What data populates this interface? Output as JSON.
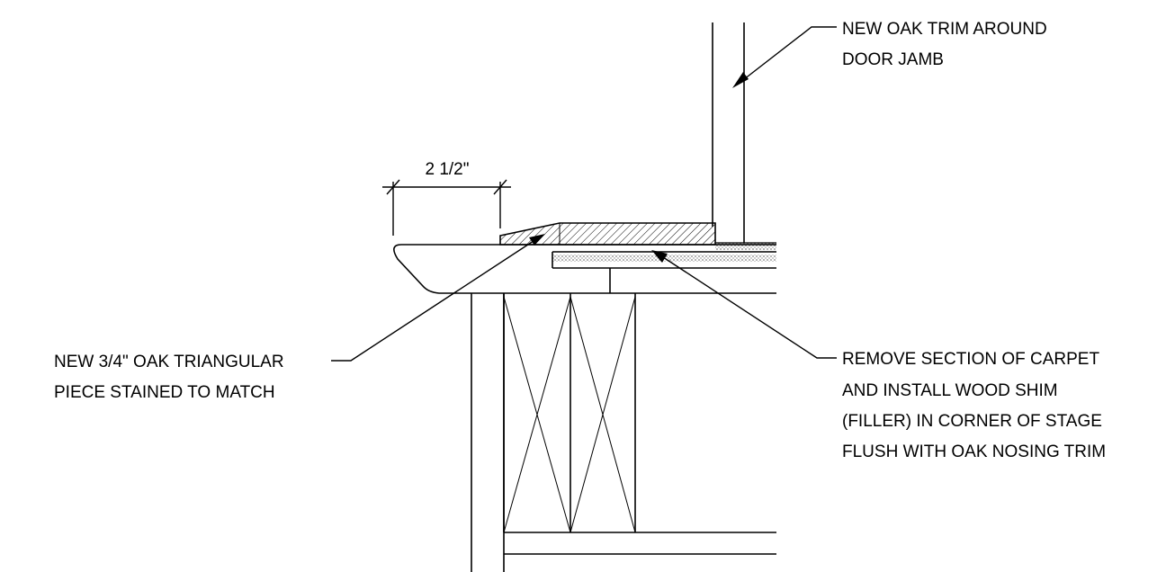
{
  "drawing": {
    "dimension": "2 1/2\"",
    "callouts": {
      "door_trim": [
        "NEW OAK TRIM AROUND",
        "DOOR JAMB"
      ],
      "oak_piece": [
        "NEW 3/4\" OAK TRIANGULAR",
        "PIECE STAINED TO MATCH"
      ],
      "carpet_shim": [
        "REMOVE SECTION OF CARPET",
        "AND INSTALL WOOD SHIM",
        "(FILLER) IN CORNER OF STAGE",
        "FLUSH WITH OAK NOSING TRIM"
      ]
    }
  },
  "colors": {
    "ink": "#000000",
    "paper": "#ffffff"
  }
}
